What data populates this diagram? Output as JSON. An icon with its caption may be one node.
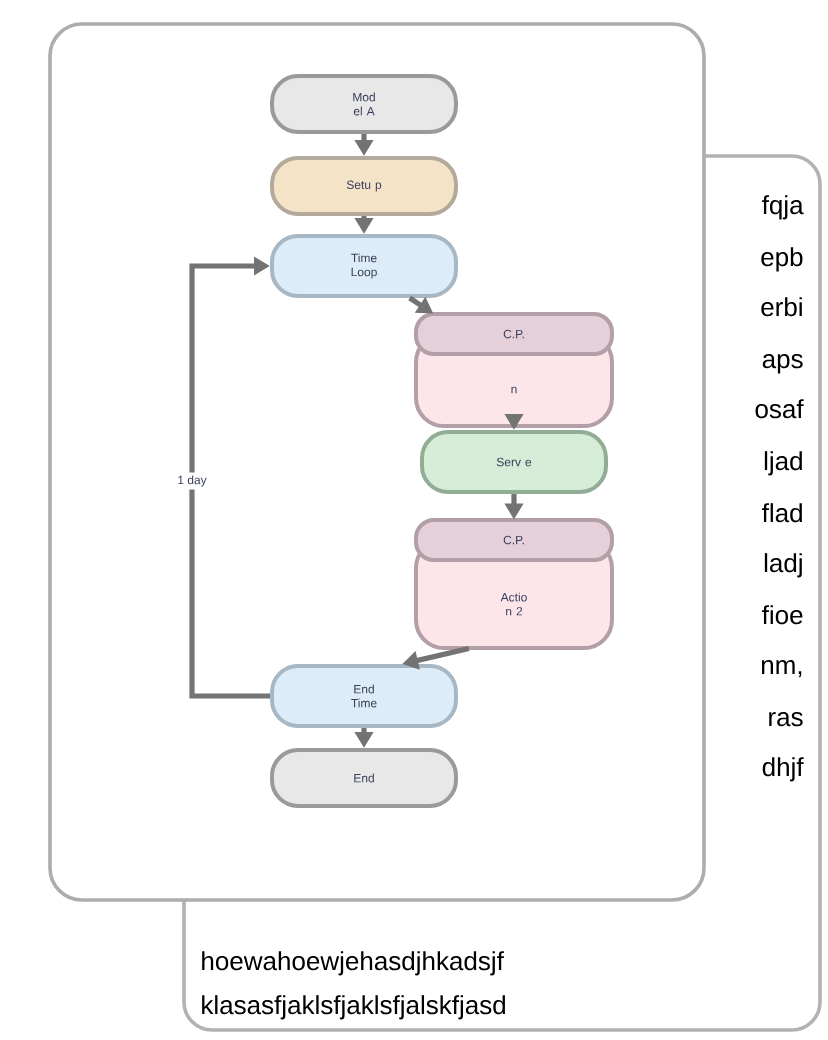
{
  "diagram": {
    "nodes": [
      {
        "text": [
          "Mod el A"
        ]
      },
      {
        "text": [
          "Setu p"
        ]
      },
      {
        "text": [
          "Time Loop"
        ]
      },
      {
        "text": [
          "C.P.",
          "n"
        ]
      },
      {
        "text": [
          "Serv e"
        ]
      },
      {
        "text": [
          "C.P.",
          "Actio n 2"
        ]
      },
      {
        "text": [
          "End Time"
        ]
      },
      {
        "text": [
          "End"
        ]
      }
    ],
    "edges": [
      {
        "from": 0,
        "to": 1,
        "arrow": "to"
      },
      {
        "from": 1,
        "to": 2,
        "arrow": "to"
      },
      {
        "from": 2,
        "to": 3,
        "arrow": "to"
      },
      {
        "from": 3,
        "to": 4,
        "arrow": "to"
      },
      {
        "from": 4,
        "to": 5,
        "arrow": "to"
      },
      {
        "from": 5,
        "to": 6,
        "arrow": "to"
      },
      {
        "from": 6,
        "to": 7,
        "arrow": "to"
      },
      {
        "from": 6,
        "to": 2,
        "arrow": "to",
        "label": "1 day"
      }
    ],
    "labels": [
      "fqja",
      "epb",
      "erbi",
      "aps",
      "osaf",
      "ljad",
      "flad",
      "ladj",
      "fioe",
      "nm,",
      "ras",
      "dhjf",
      "hoewahoewjehasdjhkadsjf",
      "klasasfjaklsfjaklsfjalskfjasd"
    ]
  }
}
